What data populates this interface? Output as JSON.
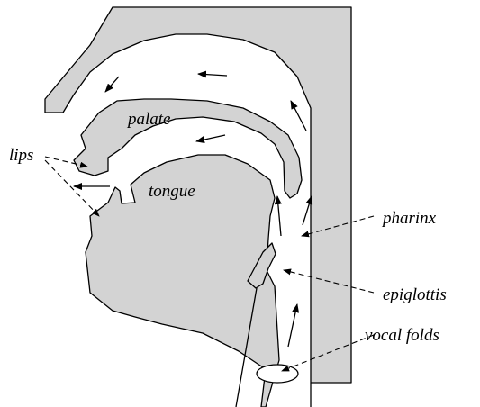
{
  "colors": {
    "tissue": "#d3d3d3",
    "ink": "#000000"
  },
  "labels": {
    "palate": "palate",
    "lips": "lips",
    "tongue": "tongue",
    "pharynx": "pharinx",
    "epiglottis": "epiglottis",
    "vocal_folds": "vocal folds"
  }
}
